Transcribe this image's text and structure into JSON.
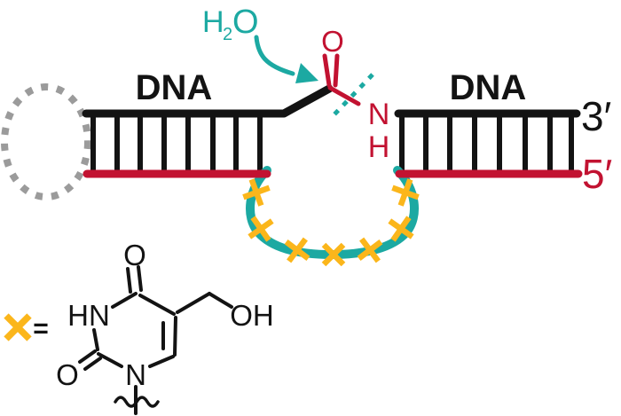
{
  "water": {
    "h": "H",
    "subscript": "2",
    "o": "O"
  },
  "duplex_left": {
    "label": "DNA"
  },
  "duplex_right": {
    "label": "DNA",
    "three_prime": "3′",
    "five_prime": "5′"
  },
  "amide": {
    "oxygen": "O",
    "nitrogen": "N",
    "hydrogen": "H"
  },
  "loop": {
    "x_mark_icon": "x-cross-mark",
    "x_mark_count": 7
  },
  "legend": {
    "equals": "="
  },
  "structure": {
    "hn": "HN",
    "n": "N",
    "o_top": "O",
    "o_left": "O",
    "oh": "OH"
  },
  "colors": {
    "teal": "#1CA9A2",
    "red": "#C21231",
    "yellow": "#FBB61B",
    "gray": "#9B9B9B",
    "black": "#131313"
  }
}
